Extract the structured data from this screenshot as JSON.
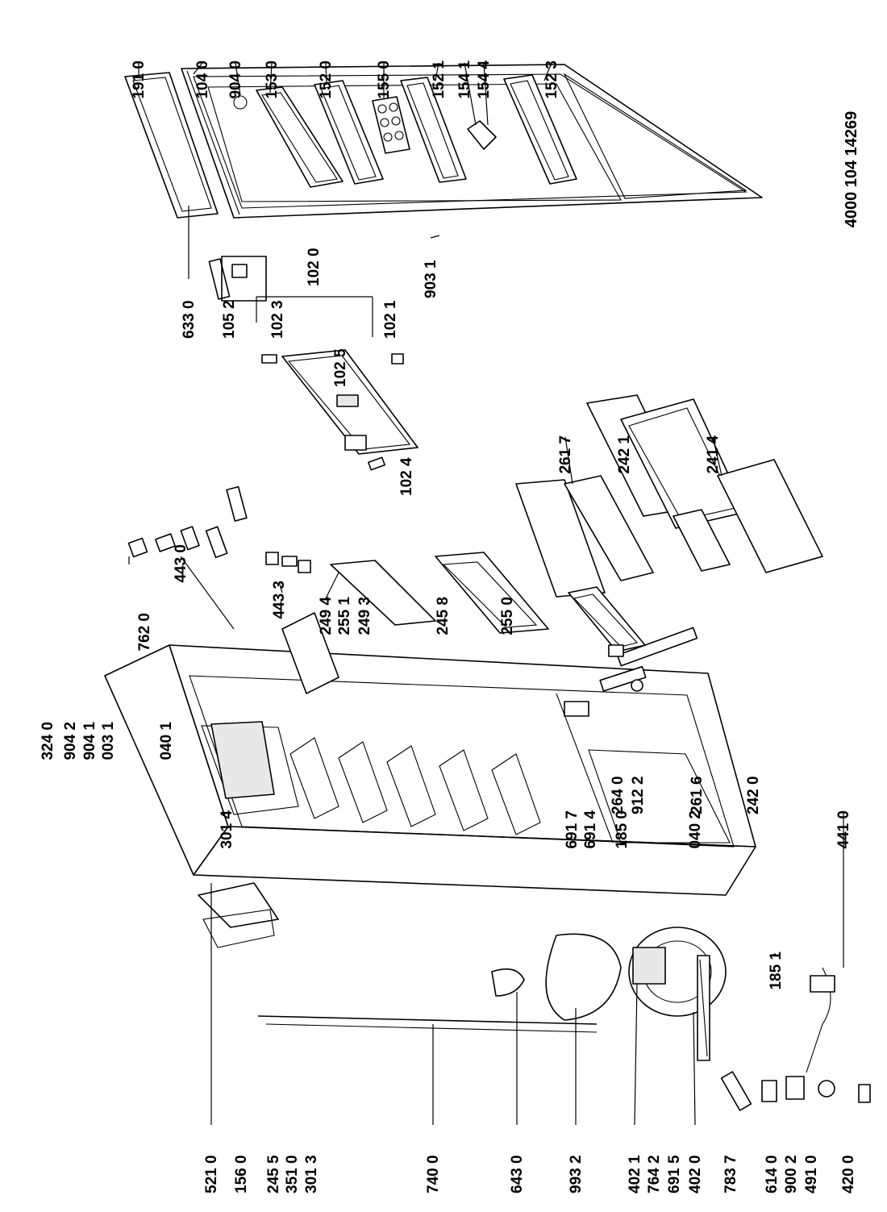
{
  "document_number": "4000 104 14269",
  "labels": [
    "191 0",
    "104 0",
    "904 0",
    "153 0",
    "152 0",
    "155 0",
    "152 1",
    "154 1",
    "154 4",
    "152 3",
    "633 0",
    "105 2",
    "102 3",
    "102 0",
    "102 5",
    "102 1",
    "903 1",
    "102 4",
    "443 0",
    "443 3",
    "762 0",
    "249 4",
    "255 1",
    "249 3",
    "245 8",
    "255 0",
    "261 7",
    "242 1",
    "241 4",
    "264 0",
    "912 2",
    "261 6",
    "242 0",
    "324 0",
    "904 2",
    "904 1",
    "003 1",
    "040 1",
    "301 4",
    "691 7",
    "691 4",
    "185 0",
    "040 2",
    "441 0",
    "521 0",
    "156 0",
    "245 5",
    "351 0",
    "301 3",
    "740 0",
    "643 0",
    "993 2",
    "402 1",
    "764 2",
    "691 5",
    "402 0",
    "783 7",
    "614 0",
    "900 2",
    "491 0",
    "420 0",
    "185 1"
  ]
}
